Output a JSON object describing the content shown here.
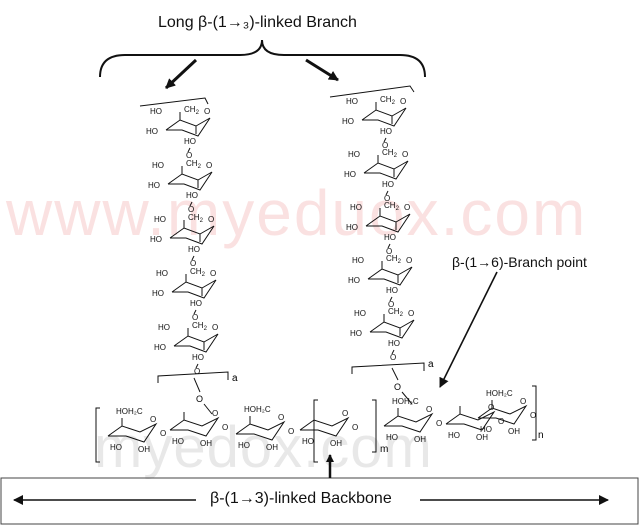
{
  "title": "Long β-(1→₃)-linked Branch",
  "branch_point_label": "β-(1→6)-Branch point",
  "backbone_label": "β-(1→3)-linked Backbone",
  "watermarks": [
    "www.myeduox.com",
    "myedox.com"
  ],
  "chem": {
    "ho": "HO",
    "oh": "OH",
    "o": "O",
    "ch2": "CH",
    "sub2": "2",
    "hoh2c": "HOH₂C",
    "a": "a",
    "m": "m",
    "n": "n"
  }
}
